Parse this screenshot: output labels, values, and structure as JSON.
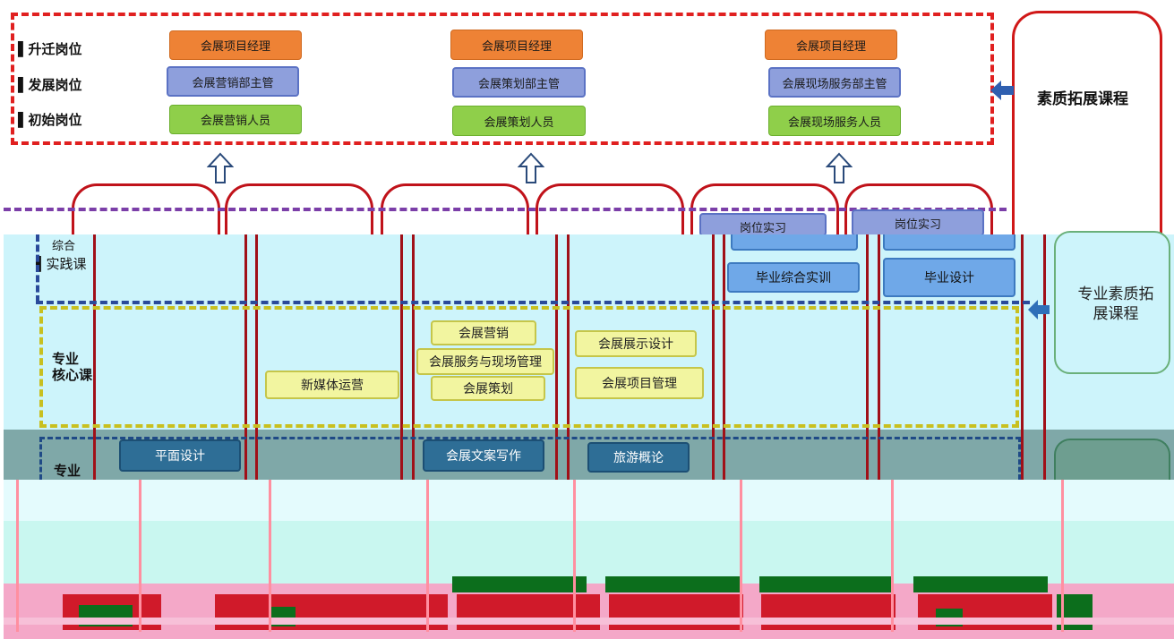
{
  "career": {
    "labels": {
      "promotion": "升迁岗位",
      "development": "发展岗位",
      "entry": "初始岗位"
    },
    "columns": [
      {
        "promotion": "会展项目经理",
        "development": "会展营销部主管",
        "entry": "会展营销人员"
      },
      {
        "promotion": "会展项目经理",
        "development": "会展策划部主管",
        "entry": "会展策划人员"
      },
      {
        "promotion": "会展项目经理",
        "development": "会展现场服务部主管",
        "entry": "会展现场服务人员"
      }
    ]
  },
  "right_panel": {
    "quality_course": "素质拓展课程",
    "professional_quality_course": "专业素质拓展课程"
  },
  "sections": {
    "practice_label_partial": "综合",
    "practice_label": "实践课",
    "core_label": "专业\n核心课",
    "base_label_partial": "专业"
  },
  "practice_courses": {
    "internship_1": "岗位实习",
    "internship_2": "岗位实习",
    "graduation_training": "毕业综合实训",
    "graduation_design": "毕业设计"
  },
  "core_courses": {
    "new_media": "新媒体运营",
    "marketing": "会展营销",
    "service_onsite": "会展服务与现场管理",
    "planning": "会展策划",
    "display_design": "会展展示设计",
    "project_mgmt": "会展项目管理"
  },
  "base_courses": {
    "graphic_design": "平面设计",
    "copywriting": "会展文案写作",
    "tourism": "旅游概论"
  },
  "colors": {
    "red_dash": "#e02020",
    "purple_dash": "#7b3ea8",
    "yellow_dash": "#c8c020",
    "blue_dash": "#2a4a9a",
    "orange": "#ee8235",
    "blue_box": "#8e9fdc",
    "green": "#8fcf4a",
    "cyan_band": "#cdf4fb",
    "teal_band": "#7fa8a8"
  }
}
